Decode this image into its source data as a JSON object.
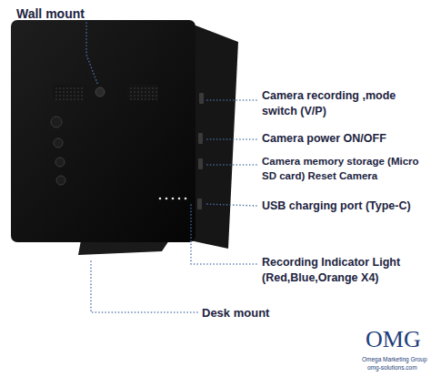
{
  "diagram": {
    "labels": [
      "Wall mount",
      "Camera recording ,mode switch (V/P)",
      "Camera power ON/OFF",
      "Camera memory storage (Micro SD card) Reset Camera",
      "USB charging port (Type-C)",
      "Recording Indicator Light (Red,Blue,Orange X4)",
      "Desk mount",
      "OMG",
      "Omega Marketing Group",
      "omg-solutions.com"
    ]
  }
}
